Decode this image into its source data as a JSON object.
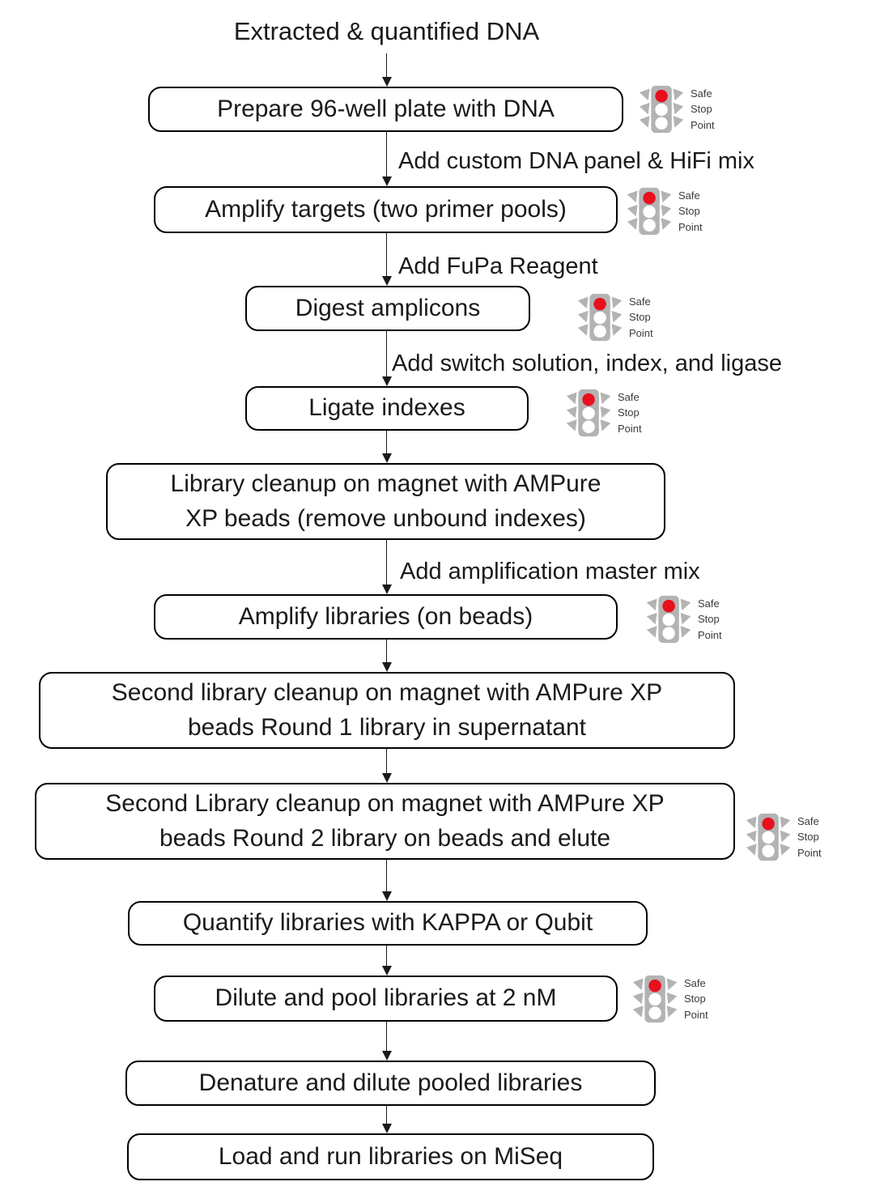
{
  "title": "Extracted & quantified DNA",
  "safe_stop_badge": {
    "line1": "Safe",
    "line2": "Stop",
    "line3": "Point"
  },
  "nodes": [
    {
      "label": "Prepare 96-well plate with DNA",
      "safe_stop_point": true
    },
    {
      "label": "Amplify targets (two primer pools)",
      "safe_stop_point": true
    },
    {
      "label": "Digest amplicons",
      "safe_stop_point": true
    },
    {
      "label": "Ligate indexes",
      "safe_stop_point": true
    },
    {
      "label": "Library cleanup on magnet with AMPure\nXP beads (remove unbound indexes)",
      "safe_stop_point": false
    },
    {
      "label": "Amplify libraries (on beads)",
      "safe_stop_point": true
    },
    {
      "label": "Second library cleanup on magnet with AMPure XP\nbeads Round 1 library in supernatant",
      "safe_stop_point": false
    },
    {
      "label": "Second Library cleanup on magnet with AMPure XP\nbeads Round 2 library on beads and elute",
      "safe_stop_point": true
    },
    {
      "label": "Quantify libraries with KAPPA or Qubit",
      "safe_stop_point": false
    },
    {
      "label": "Dilute and pool libraries at 2 nM",
      "safe_stop_point": true
    },
    {
      "label": "Denature and dilute pooled libraries",
      "safe_stop_point": false
    },
    {
      "label": "Load and run libraries on MiSeq",
      "safe_stop_point": false
    }
  ],
  "edge_labels": [
    "Add custom DNA panel & HiFi mix",
    "Add FuPa Reagent",
    "Add switch solution, index, and ligase",
    "Add amplification master mix"
  ],
  "icons": {
    "safe_stop": "traffic-light-icon"
  },
  "colors": {
    "stop_light_red": "#e8101c",
    "traffic_light_gray": "#b3b3b3",
    "text": "#1a1a1a",
    "node_border": "#000000",
    "background": "#ffffff"
  }
}
